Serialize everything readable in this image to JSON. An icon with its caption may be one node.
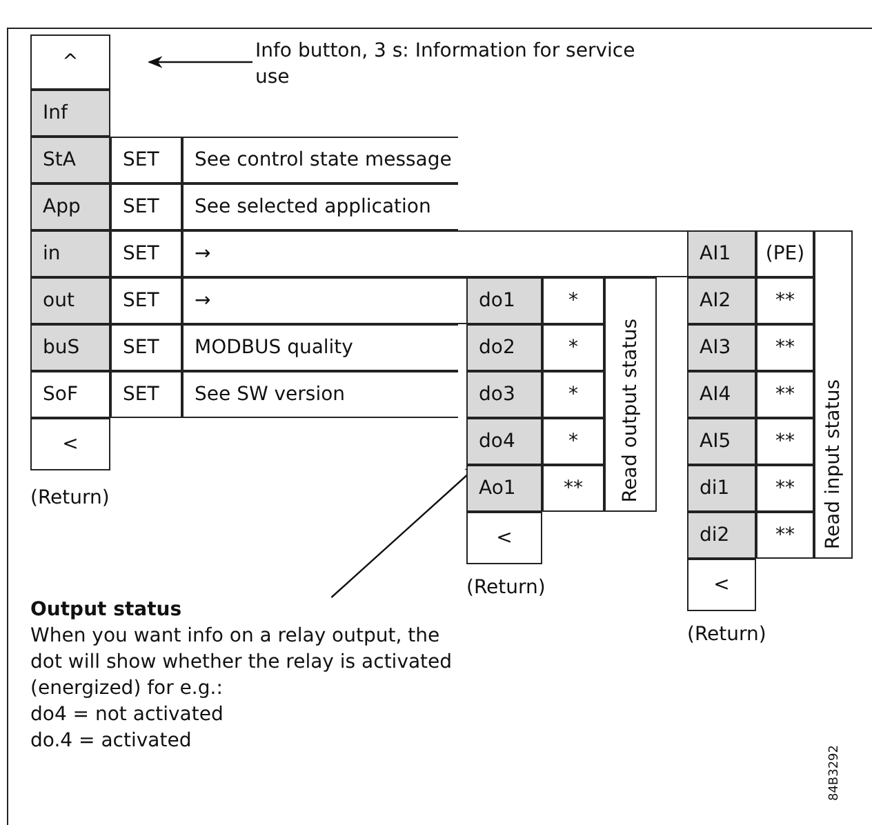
{
  "diagram": {
    "nodes": [
      {
        "text": [
          "^"
        ]
      },
      {
        "text": [
          "Info button, 3 s: Information for service use"
        ]
      },
      {
        "text": [
          "Inf"
        ]
      },
      {
        "text": [
          "StA"
        ]
      },
      {
        "text": [
          "SET"
        ]
      },
      {
        "text": [
          "See control state message"
        ]
      },
      {
        "text": [
          "App"
        ]
      },
      {
        "text": [
          "SET"
        ]
      },
      {
        "text": [
          "See selected application"
        ]
      },
      {
        "text": [
          "in"
        ]
      },
      {
        "text": [
          "SET"
        ]
      },
      {
        "text": [
          "→"
        ]
      },
      {
        "text": [
          "out"
        ]
      },
      {
        "text": [
          "SET"
        ]
      },
      {
        "text": [
          "→"
        ]
      },
      {
        "text": [
          "buS"
        ]
      },
      {
        "text": [
          "SET"
        ]
      },
      {
        "text": [
          "MODBUS quality"
        ]
      },
      {
        "text": [
          "SoF"
        ]
      },
      {
        "text": [
          "SET"
        ]
      },
      {
        "text": [
          "See SW version"
        ]
      },
      {
        "text": [
          "<"
        ]
      },
      {
        "text": [
          "do1"
        ]
      },
      {
        "text": [
          "*"
        ]
      },
      {
        "text": [
          "do2"
        ]
      },
      {
        "text": [
          "*"
        ]
      },
      {
        "text": [
          "do3"
        ]
      },
      {
        "text": [
          "*"
        ]
      },
      {
        "text": [
          "do4"
        ]
      },
      {
        "text": [
          "*"
        ]
      },
      {
        "text": [
          "Ao1"
        ]
      },
      {
        "text": [
          "**"
        ]
      },
      {
        "text": [
          "Read output status"
        ]
      },
      {
        "text": [
          "<"
        ]
      },
      {
        "text": [
          "AI1"
        ]
      },
      {
        "text": [
          "(PE)"
        ]
      },
      {
        "text": [
          "AI2"
        ]
      },
      {
        "text": [
          "**"
        ]
      },
      {
        "text": [
          "AI3"
        ]
      },
      {
        "text": [
          "**"
        ]
      },
      {
        "text": [
          "AI4"
        ]
      },
      {
        "text": [
          "**"
        ]
      },
      {
        "text": [
          "AI5"
        ]
      },
      {
        "text": [
          "**"
        ]
      },
      {
        "text": [
          "di1"
        ]
      },
      {
        "text": [
          "**"
        ]
      },
      {
        "text": [
          "di2"
        ]
      },
      {
        "text": [
          "**"
        ]
      },
      {
        "text": [
          "Read input status"
        ]
      },
      {
        "text": [
          "<"
        ]
      },
      {
        "text": [
          "Output status",
          "When you want info on a relay output, the dot will show whether the relay is activated (energized) for e.g.:",
          "do4 = not activated",
          "do.4 = activated"
        ]
      }
    ],
    "edges": [
      {
        "from": 1,
        "to": 0,
        "arrow": "to"
      },
      {
        "from": 50,
        "to": 28,
        "arrow": "to"
      }
    ],
    "labels": [
      "(Return)",
      "(Return)",
      "(Return)",
      "84B3292"
    ]
  }
}
